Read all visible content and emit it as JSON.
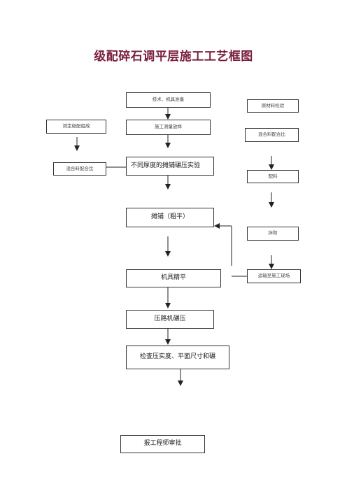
{
  "title": "级配碎石调平层施工工艺框图",
  "boxes": {
    "tech_prep": "技术、机具准备",
    "stakeout": "施工测量放样",
    "trial": "不同厚度的摊铺碾压实验",
    "spread": "摊铺（粗平）",
    "machine_level": "机具精平",
    "roller": "压路机碾压",
    "inspect": "检查压实度、平面尺寸和碾",
    "engineer": "报工程师审批",
    "left_top": "测定级配组成",
    "left_bottom": "混合料配合比",
    "material_check": "原材料检验",
    "mix_ratio": "混合料配合比",
    "feed": "配料",
    "mixing": "拌和",
    "transport": "运输至施工现场"
  }
}
